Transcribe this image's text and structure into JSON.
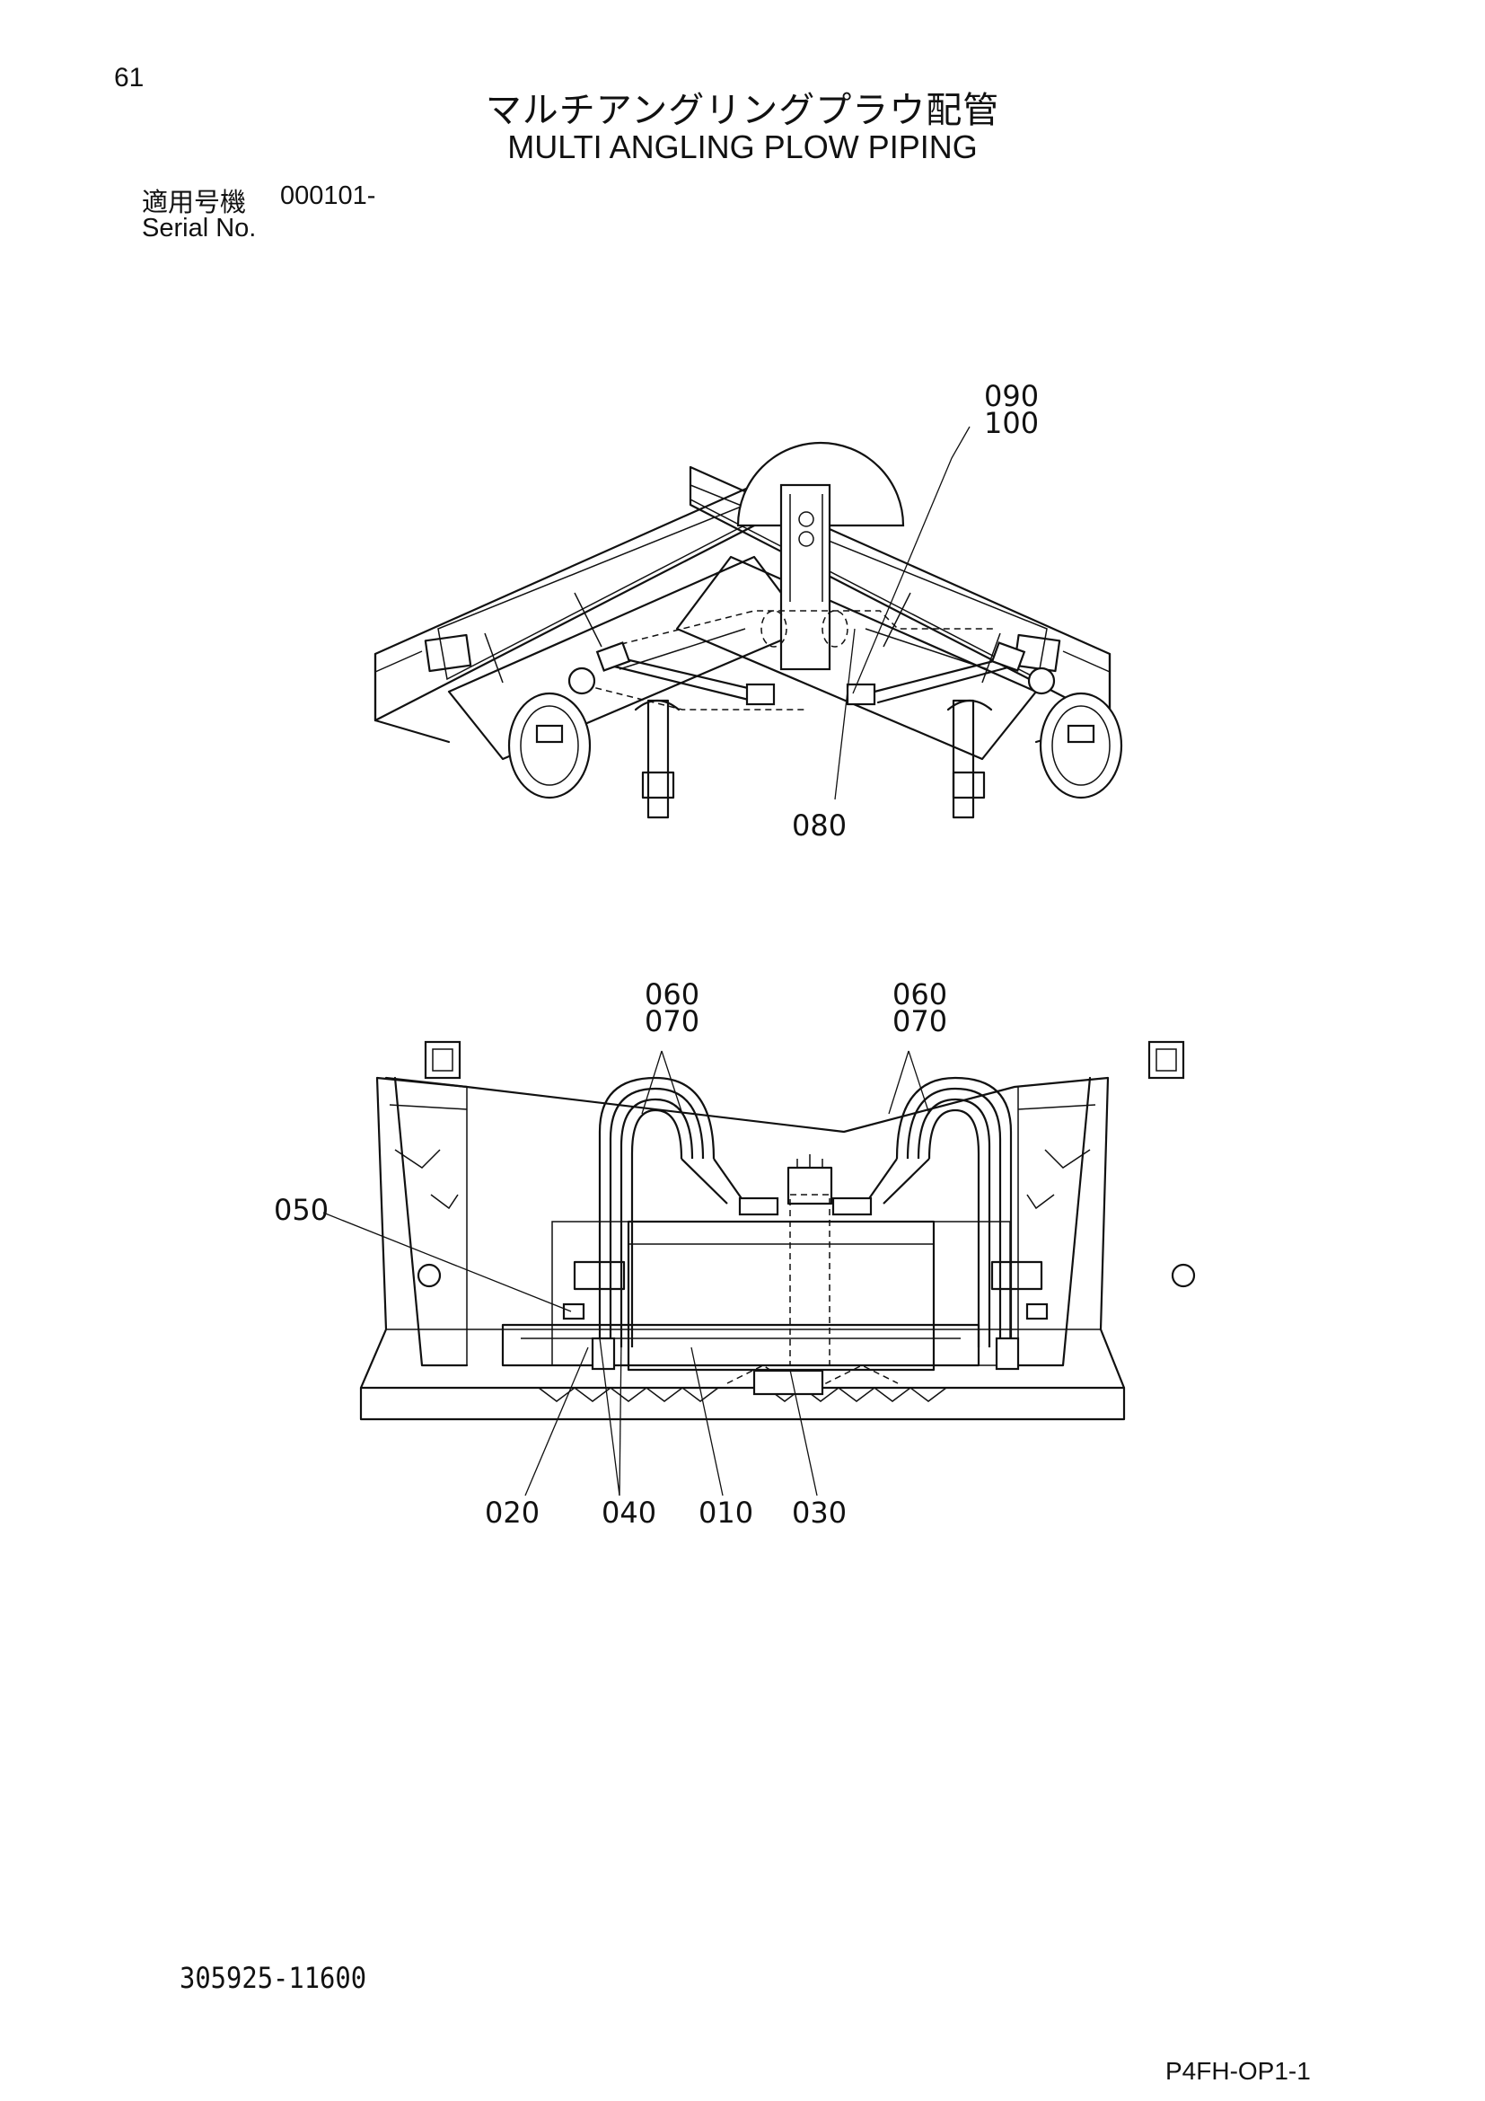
{
  "page_number": "61",
  "title_jp": "マルチアングリングプラウ配管",
  "title_en": "MULTI ANGLING PLOW PIPING",
  "serial": {
    "label_jp": "適用号機",
    "value": "000101-",
    "label_en": "Serial No."
  },
  "callouts": {
    "top_090": "090",
    "top_100": "100",
    "top_080": "080",
    "left_060": "060",
    "left_070": "070",
    "right_060": "060",
    "right_070": "070",
    "c050": "050",
    "c020": "020",
    "c040": "040",
    "c010": "010",
    "c030": "030"
  },
  "doc_number": "305925-11600",
  "page_code": "P4FH-OP1-1"
}
